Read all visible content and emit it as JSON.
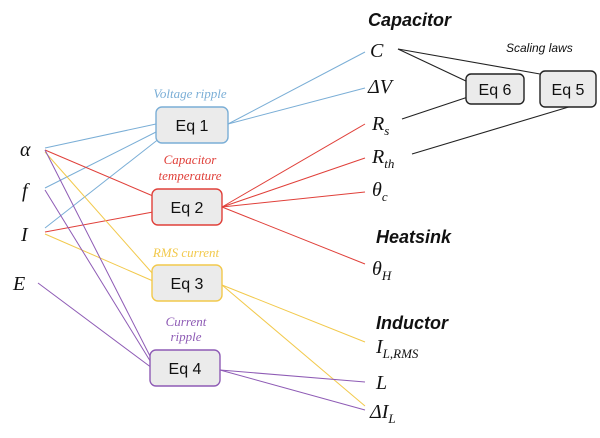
{
  "colors": {
    "voltage_ripple": "#7aaed6",
    "capacitor_temperature": "#e0403a",
    "rms_current": "#f2c94c",
    "current_ripple": "#8e5bb5",
    "scaling": "#222222"
  },
  "headings": {
    "capacitor": "Capacitor",
    "heatsink": "Heatsink",
    "inductor": "Inductor"
  },
  "scaling_laws": "Scaling laws",
  "equations": [
    {
      "label": "Eq 1",
      "caption": [
        "Voltage ripple"
      ]
    },
    {
      "label": "Eq 2",
      "caption": [
        "Capacitor",
        "temperature"
      ]
    },
    {
      "label": "Eq 3",
      "caption": [
        "RMS current"
      ]
    },
    {
      "label": "Eq 4",
      "caption": [
        "Current",
        "ripple"
      ]
    },
    {
      "label": "Eq 5",
      "caption": []
    },
    {
      "label": "Eq 6",
      "caption": []
    }
  ],
  "inputs": [
    {
      "symbol": "α"
    },
    {
      "symbol": "f"
    },
    {
      "symbol": "I"
    },
    {
      "symbol": "E"
    }
  ],
  "outputs": {
    "C": {
      "base": "C",
      "sub": ""
    },
    "dV": {
      "base": "ΔV",
      "sub": ""
    },
    "Rs": {
      "base": "R",
      "sub": "s"
    },
    "Rth": {
      "base": "R",
      "sub": "th"
    },
    "thc": {
      "base": "θ",
      "sub": "c"
    },
    "thH": {
      "base": "θ",
      "sub": "H"
    },
    "IL": {
      "base": "I",
      "sub": "L,RMS"
    },
    "L": {
      "base": "L",
      "sub": ""
    },
    "dIL": {
      "base": "ΔI",
      "sub": "L"
    }
  }
}
